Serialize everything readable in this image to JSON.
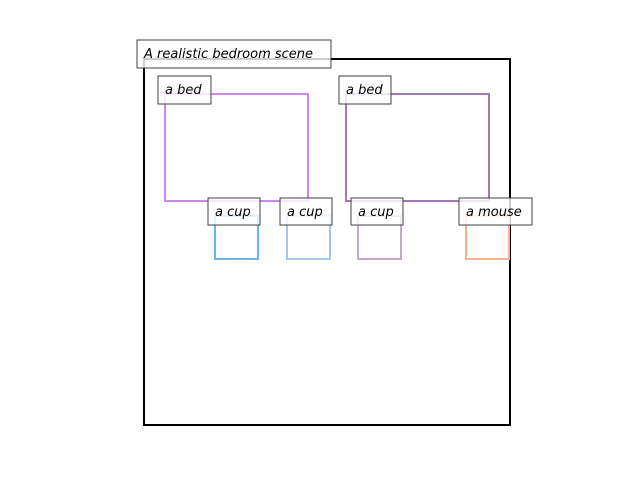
{
  "scene": {
    "caption": "A realistic bedroom scene"
  },
  "objects": [
    {
      "label": "a bed",
      "color": "#cc88ee"
    },
    {
      "label": "a bed",
      "color": "#a07ab0"
    },
    {
      "label": "a cup",
      "color": "#6ab8e2"
    },
    {
      "label": "a cup",
      "color": "#a6c6f0"
    },
    {
      "label": "a cup",
      "color": "#c8a8c8"
    },
    {
      "label": "a mouse",
      "color": "#f8b088"
    }
  ]
}
